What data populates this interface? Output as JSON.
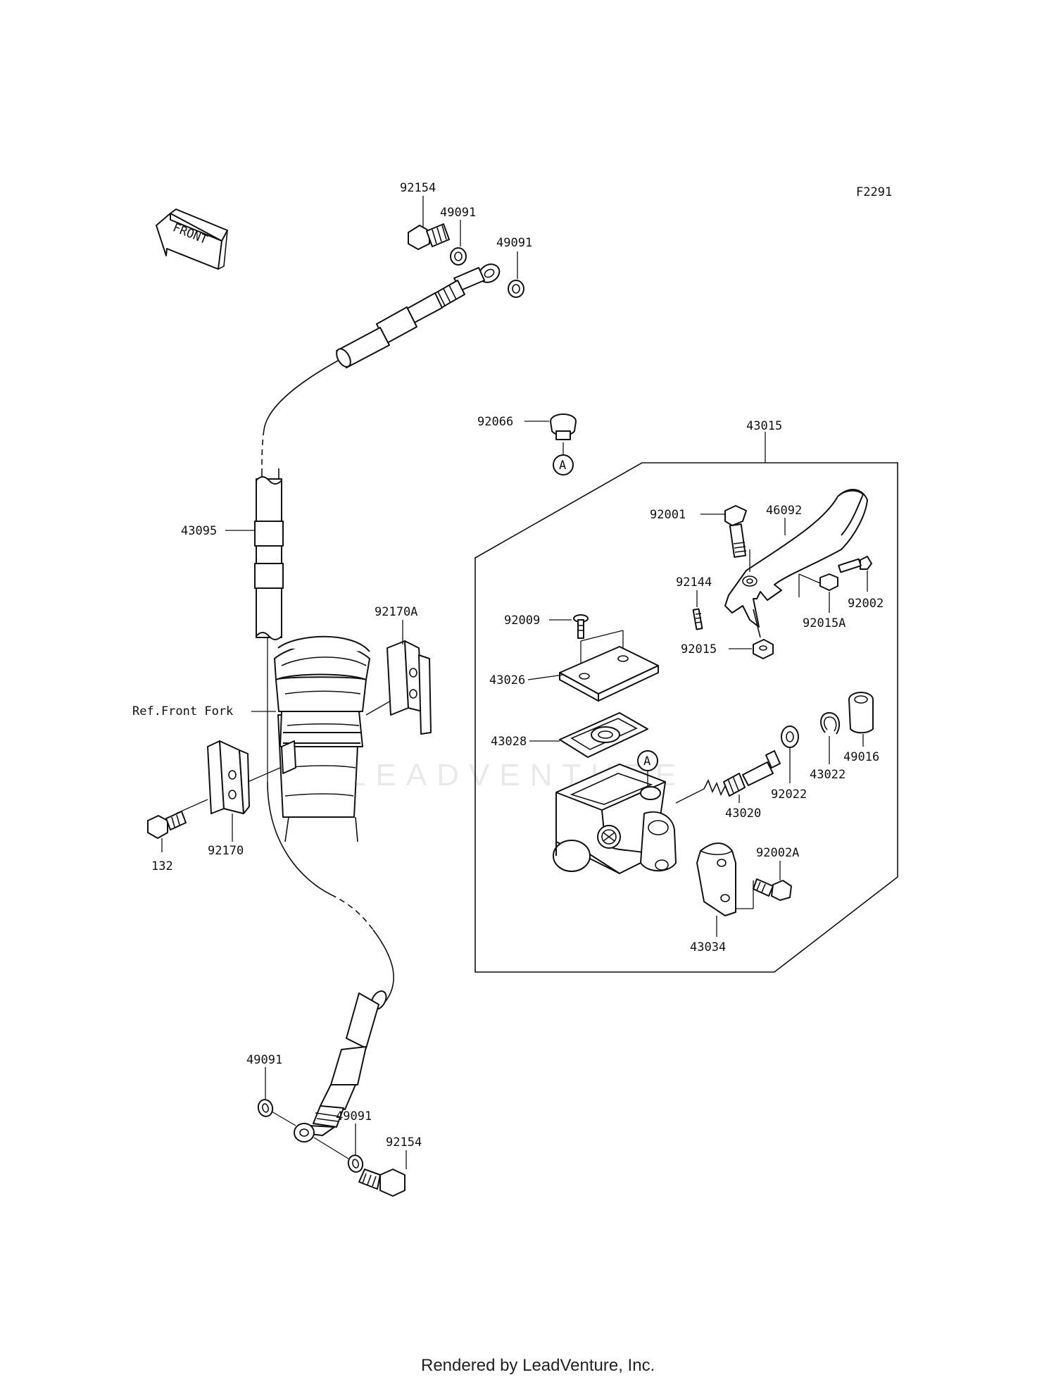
{
  "figure_code": "F2291",
  "front_arrow": "FRONT",
  "watermark": "LEADVENTURE",
  "footer": "Rendered by LeadVenture, Inc.",
  "ref_front_fork": "Ref.Front Fork",
  "assembly_number": "43015",
  "callout": "A",
  "parts": {
    "p92154_top": "92154",
    "p49091_top1": "49091",
    "p49091_top2": "49091",
    "p92066": "92066",
    "p43095": "43095",
    "p92170A": "92170A",
    "p92170": "92170",
    "p132": "132",
    "p49091_bot1": "49091",
    "p49091_bot2": "49091",
    "p92154_bot": "92154",
    "p92001": "92001",
    "p46092": "46092",
    "p92144": "92144",
    "p92002": "92002",
    "p92015A": "92015A",
    "p92009": "92009",
    "p92015": "92015",
    "p43026": "43026",
    "p43028": "43028",
    "p49016": "49016",
    "p43022": "43022",
    "p92022": "92022",
    "p43020": "43020",
    "p92002A": "92002A",
    "p43034": "43034"
  }
}
